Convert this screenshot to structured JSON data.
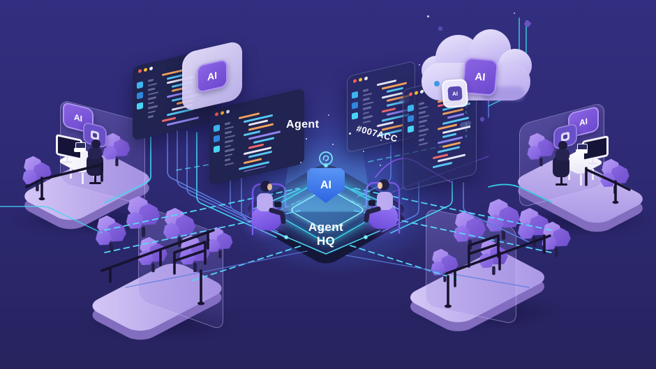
{
  "labels": {
    "agent": "Agent",
    "color_hex": "#007ACC",
    "ai": "AI"
  },
  "hub": {
    "title_line1": "Agent",
    "title_line2": "HQ",
    "chip_label": "AI"
  },
  "cloud": {
    "chip_large": "AI",
    "chip_small": "AI"
  },
  "floating_card": {
    "chip": "AI"
  },
  "workstations": {
    "left_chip": "AI",
    "right_chip": "AI"
  },
  "colors": {
    "background": "#2e2a74",
    "glow_blue": "#4078e1",
    "accent_cyan": "#4fd8f2",
    "accent_purple": "#8a5cf0",
    "line_blue": "#5b7ce0",
    "platform_light": "#c9baf1",
    "platform_dark": "#8d76cf",
    "window_bg": "#212350",
    "chip_purple": "#7b57d8",
    "chip_blue": "#3b82f6",
    "code_palette": [
      "#f2a25c",
      "#57c8f2",
      "#8f86f0",
      "#e6e6f5",
      "#ef6a6a",
      "#9aa0c8"
    ]
  },
  "icons": [
    "copilot-swirl-icon",
    "ai-chip-icon",
    "cloud-icon",
    "monitor-icon",
    "tree-icon",
    "window-traffic-dots-icon"
  ],
  "code_windows": [
    {
      "name": "code-window-top-left-a",
      "tree_rows": 9,
      "lines": [
        [
          0,
          34,
          0
        ],
        [
          1,
          26,
          1
        ],
        [
          1,
          40,
          3
        ],
        [
          2,
          30,
          1
        ],
        [
          2,
          22,
          0
        ],
        [
          1,
          36,
          2
        ],
        [
          2,
          44,
          1
        ],
        [
          3,
          24,
          0
        ],
        [
          2,
          30,
          3
        ],
        [
          1,
          38,
          1
        ],
        [
          0,
          20,
          4
        ],
        [
          1,
          46,
          2
        ],
        [
          0,
          30,
          1
        ]
      ]
    },
    {
      "name": "code-window-top-left-b",
      "tree_rows": 10,
      "lines": [
        [
          0,
          30,
          0
        ],
        [
          1,
          42,
          1
        ],
        [
          2,
          28,
          3
        ],
        [
          2,
          36,
          0
        ],
        [
          1,
          24,
          1
        ],
        [
          2,
          46,
          2
        ],
        [
          3,
          30,
          1
        ],
        [
          2,
          22,
          4
        ],
        [
          1,
          40,
          3
        ],
        [
          2,
          34,
          1
        ],
        [
          1,
          26,
          0
        ],
        [
          0,
          44,
          1
        ],
        [
          1,
          32,
          2
        ],
        [
          0,
          24,
          3
        ]
      ]
    },
    {
      "name": "code-window-right-a",
      "tree_rows": 8,
      "lines": [
        [
          0,
          28,
          3
        ],
        [
          1,
          36,
          0
        ],
        [
          2,
          24,
          1
        ],
        [
          1,
          30,
          3
        ],
        [
          2,
          40,
          0
        ],
        [
          2,
          26,
          1
        ],
        [
          1,
          20,
          4
        ],
        [
          2,
          34,
          2
        ],
        [
          1,
          42,
          1
        ],
        [
          0,
          24,
          3
        ],
        [
          1,
          30,
          0
        ],
        [
          0,
          36,
          1
        ]
      ]
    },
    {
      "name": "code-window-right-b",
      "tree_rows": 10,
      "lines": [
        [
          0,
          26,
          3
        ],
        [
          1,
          34,
          0
        ],
        [
          1,
          22,
          4
        ],
        [
          2,
          40,
          1
        ],
        [
          2,
          30,
          0
        ],
        [
          3,
          24,
          2
        ],
        [
          2,
          38,
          1
        ],
        [
          1,
          28,
          0
        ],
        [
          2,
          44,
          3
        ],
        [
          2,
          20,
          1
        ],
        [
          1,
          36,
          2
        ],
        [
          2,
          26,
          0
        ],
        [
          1,
          32,
          1
        ],
        [
          0,
          22,
          4
        ],
        [
          1,
          40,
          3
        ],
        [
          0,
          28,
          1
        ]
      ]
    }
  ]
}
